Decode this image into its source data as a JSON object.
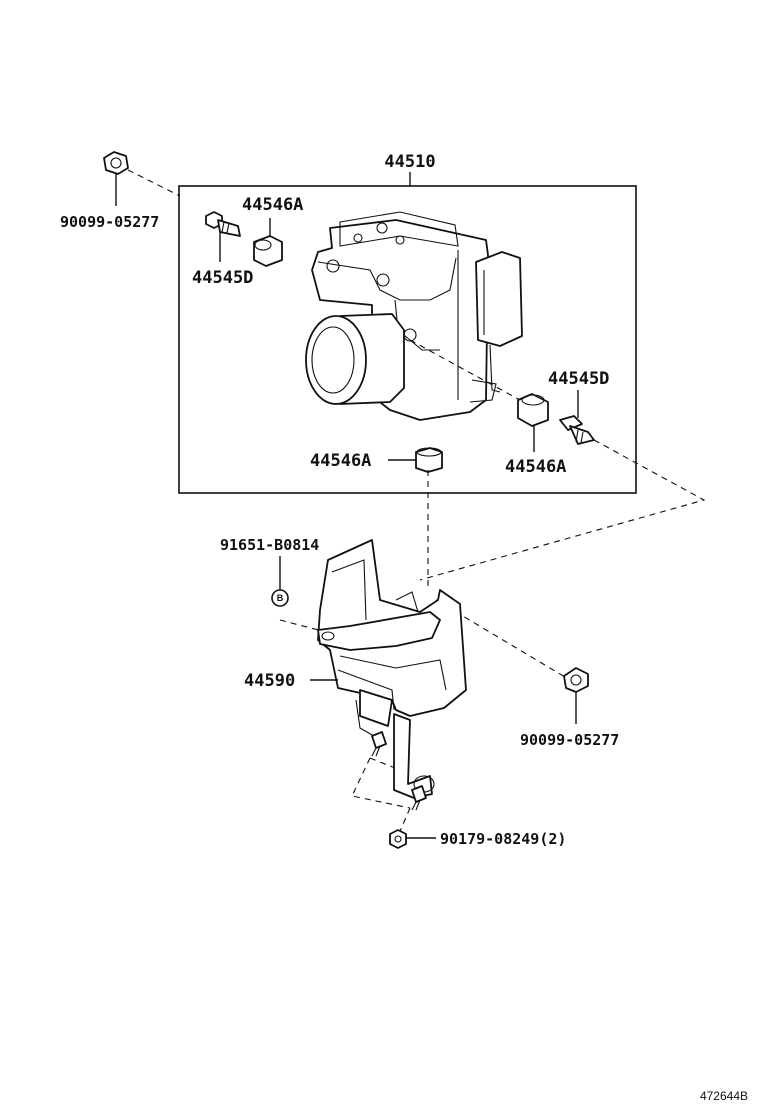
{
  "labels": {
    "assembly_box": "44510",
    "screw_top_left": "90099-05277",
    "sleeve_top": "44546A",
    "bolt_left": "44545D",
    "bolt_right": "44545D",
    "sleeve_bottom": "44546A",
    "sleeve_right": "44546A",
    "bolt_bracket": "91651-B0814",
    "bolt_marker": "B",
    "bracket": "44590",
    "screw_right": "90099-05277",
    "nut": "90179-08249(2)"
  },
  "figure_id": "472644B"
}
